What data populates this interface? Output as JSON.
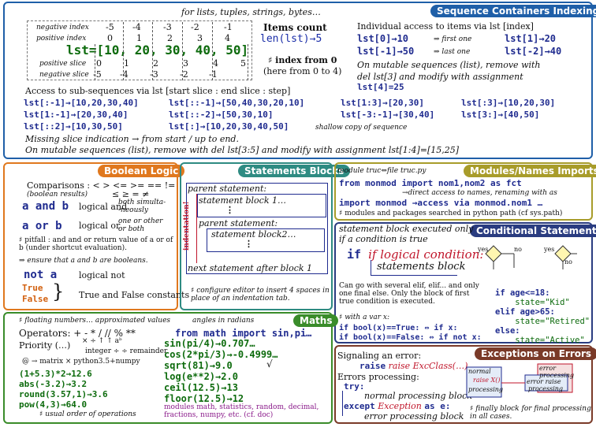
{
  "colors": {
    "seq": "#1f5fa8",
    "bool": "#e0781e",
    "stmt": "#2e8b82",
    "mod": "#a89c2a",
    "cond": "#2a3c80",
    "maths": "#3a8c2a",
    "exc": "#7a3a28"
  },
  "seq": {
    "title": "Sequence Containers Indexing",
    "subtitle": "for lists, tuples, strings, bytes…",
    "neg_index_lbl": "negative index",
    "neg_index": [
      "-5",
      "-4",
      "-3",
      "-2",
      "-1"
    ],
    "pos_index_lbl": "positive index",
    "pos_index": [
      "0",
      "1",
      "2",
      "3",
      "4"
    ],
    "lst_def": "lst=[10, 20, 30, 40, 50]",
    "pos_slice_lbl": "positive slice",
    "pos_slice": [
      "0",
      "1",
      "2",
      "3",
      "4",
      "5"
    ],
    "neg_slice_lbl": "negative slice",
    "neg_slice": [
      "-5",
      "-4",
      "-3",
      "-2",
      "-1"
    ],
    "items_count": "Items count",
    "len_code": "len(lst)→5",
    "idx_note1": "♯ index from 0",
    "idx_note2": "(here from 0 to 4)",
    "indiv_access": "Individual access to items via lst [index]",
    "acc1": "lst[0]→10",
    "acc1n": "⇒ first one",
    "acc2": "lst[1]→20",
    "acc3": "lst[-1]→50",
    "acc3n": "⇒ last one",
    "acc4": "lst[-2]→40",
    "mut_note": "On mutable sequences (list), remove with",
    "del_line": "del lst[3] and modify with assignment",
    "assign": "lst[4]=25",
    "sub_access": "Access to sub-sequences via lst [start slice : end slice : step]",
    "slices": [
      "lst[:-1]→[10,20,30,40]",
      "lst[::-1]→[50,40,30,20,10]",
      "lst[1:3]→[20,30]",
      "lst[:3]→[10,20,30]",
      "lst[1:-1]→[20,30,40]",
      "lst[::-2]→[50,30,10]",
      "lst[-3:-1]→[30,40]",
      "lst[3:]→[40,50]",
      "lst[::2]→[10,30,50]",
      "lst[:]→[10,20,30,40,50]"
    ],
    "shallow": "shallow copy of sequence",
    "missing": "Missing slice indication → from start / up to end.",
    "mut2": "On mutable sequences (list), remove with del lst[3:5] and modify with assignment lst[1:4]=[15,25]"
  },
  "bool": {
    "title": "Boolean Logic",
    "comp": "Comparisons : < > <= >= == !=",
    "comp2": "≤ ≥ = ≠",
    "boolres": "(boolean results)",
    "and_code": "a and b",
    "and_txt": "logical and",
    "and_note": "both simulta- -neously",
    "or_code": "a or b",
    "or_txt": "logical or",
    "or_note": "one or other or both",
    "pitfall": "♯ pitfall : and and or return value of a or of b (under shortcut evaluation).",
    "ensure": "⇒ ensure that a and b are booleans.",
    "not_code": "not a",
    "not_txt": "logical not",
    "true": "True",
    "false": "False",
    "tf_txt": "True and False constants"
  },
  "stmt": {
    "title": "Statements Blocks",
    "parent1": "parent statement:",
    "block1": "statement block 1…",
    "dots1": "⋮",
    "parent2": "parent statement:",
    "block2": "statement block2…",
    "dots2": "⋮",
    "indent": "indentation!",
    "next": "next statement after block 1",
    "note": "♯ configure editor to insert 4 spaces in place of an indentation tab."
  },
  "mod": {
    "title": "Modules/Names Imports",
    "line1a": "module truc⇔file truc.py",
    "line2": "from monmod import nom1,nom2 as fct",
    "line3": "→direct access to names, renaming with as",
    "line4": "import monmod →access via monmod.nom1 …",
    "line5": "♯ modules and packages searched in python path (cf sys.path)"
  },
  "cond": {
    "title": "Conditional Statement",
    "exec": "statement block executed only",
    "ifcond": "if a condition is true",
    "if_code": "if logical condition:",
    "block": "statements block",
    "yes": "yes",
    "no": "no",
    "elif_txt": "Can go with several elif, elif... and only one final else. Only the block of first true condition is executed.",
    "boolvar": "♯ with a var x:",
    "b1": "if bool(x)==True: ⇔ if x:",
    "b2": "if bool(x)==False: ⇔ if not x:",
    "code": [
      "if age<=18:",
      "    state=\"Kid\"",
      "elif age>65:",
      "    state=\"Retired\"",
      "else:",
      "    state=\"Active\""
    ]
  },
  "maths": {
    "title": "Maths",
    "float": "♯ floating numbers… approximated values",
    "angles": "angles in radians",
    "ops": "Operators: + - * / // % **",
    "prio": "Priority (…)",
    "ops2": "× ÷ ↑ ↑ aᵇ",
    "intdiv": "integer ÷ ÷ remainder",
    "matrix": "@ → matrix × python3.5+numpy",
    "ex": [
      "(1+5.3)*2→12.6",
      "abs(-3.2)→3.2",
      "round(3.57,1)→3.6",
      "pow(4,3)→64.0"
    ],
    "usual": "♯ usual order of operations",
    "imp": "from math import sin,pi…",
    "fn": [
      "sin(pi/4)→0.707…",
      "cos(2*pi/3)→-0.4999…",
      "sqrt(81)→9.0",
      "log(e**2)→2.0",
      "ceil(12.5)→13",
      "floor(12.5)→12"
    ],
    "check": "√",
    "mods": "modules math, statistics, random, decimal, fractions, numpy, etc. (cf. doc)"
  },
  "exc": {
    "title": "Exceptions on Errors",
    "signal": "Signaling an error:",
    "raise": "raise ExcClass(…)",
    "proc": "Errors processing:",
    "try": "try:",
    "normal": "normal processing block",
    "except": "except Exception as e:",
    "errblock": "error processing block",
    "d_normal": "normal",
    "d_raise": "raise X()",
    "d_processing": "processing",
    "d_error": "error",
    "d_proc2": "processing",
    "d_errorraise": "error raise",
    "d_processing3": "processing",
    "finally": "♯ finally block for final processing in all cases."
  }
}
